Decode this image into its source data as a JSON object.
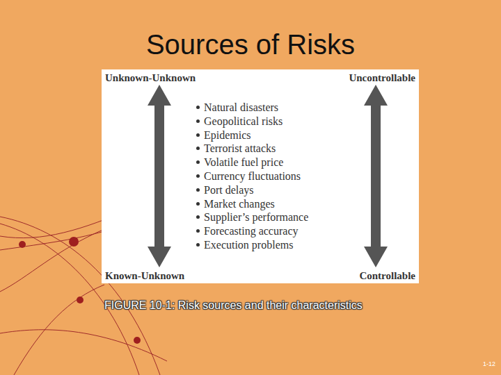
{
  "diagram": {
    "title": "Sources of Risks",
    "caption": "FIGURE 10-1: Risk sources and their characteristics",
    "nodes": [
      {
        "text": [
          "Unknown-Unknown",
          "Uncontrollable",
          "Natural disasters",
          "Geopolitical risks",
          "Epidemics",
          "Terrorist attacks",
          "Volatile fuel price",
          "Currency fluctuations",
          "Port delays",
          "Market changes",
          "Supplier’s performance",
          "Forecasting accuracy",
          "Execution problems",
          "Known-Unknown",
          "Controllable"
        ]
      }
    ],
    "labels": [
      "1-12"
    ]
  }
}
